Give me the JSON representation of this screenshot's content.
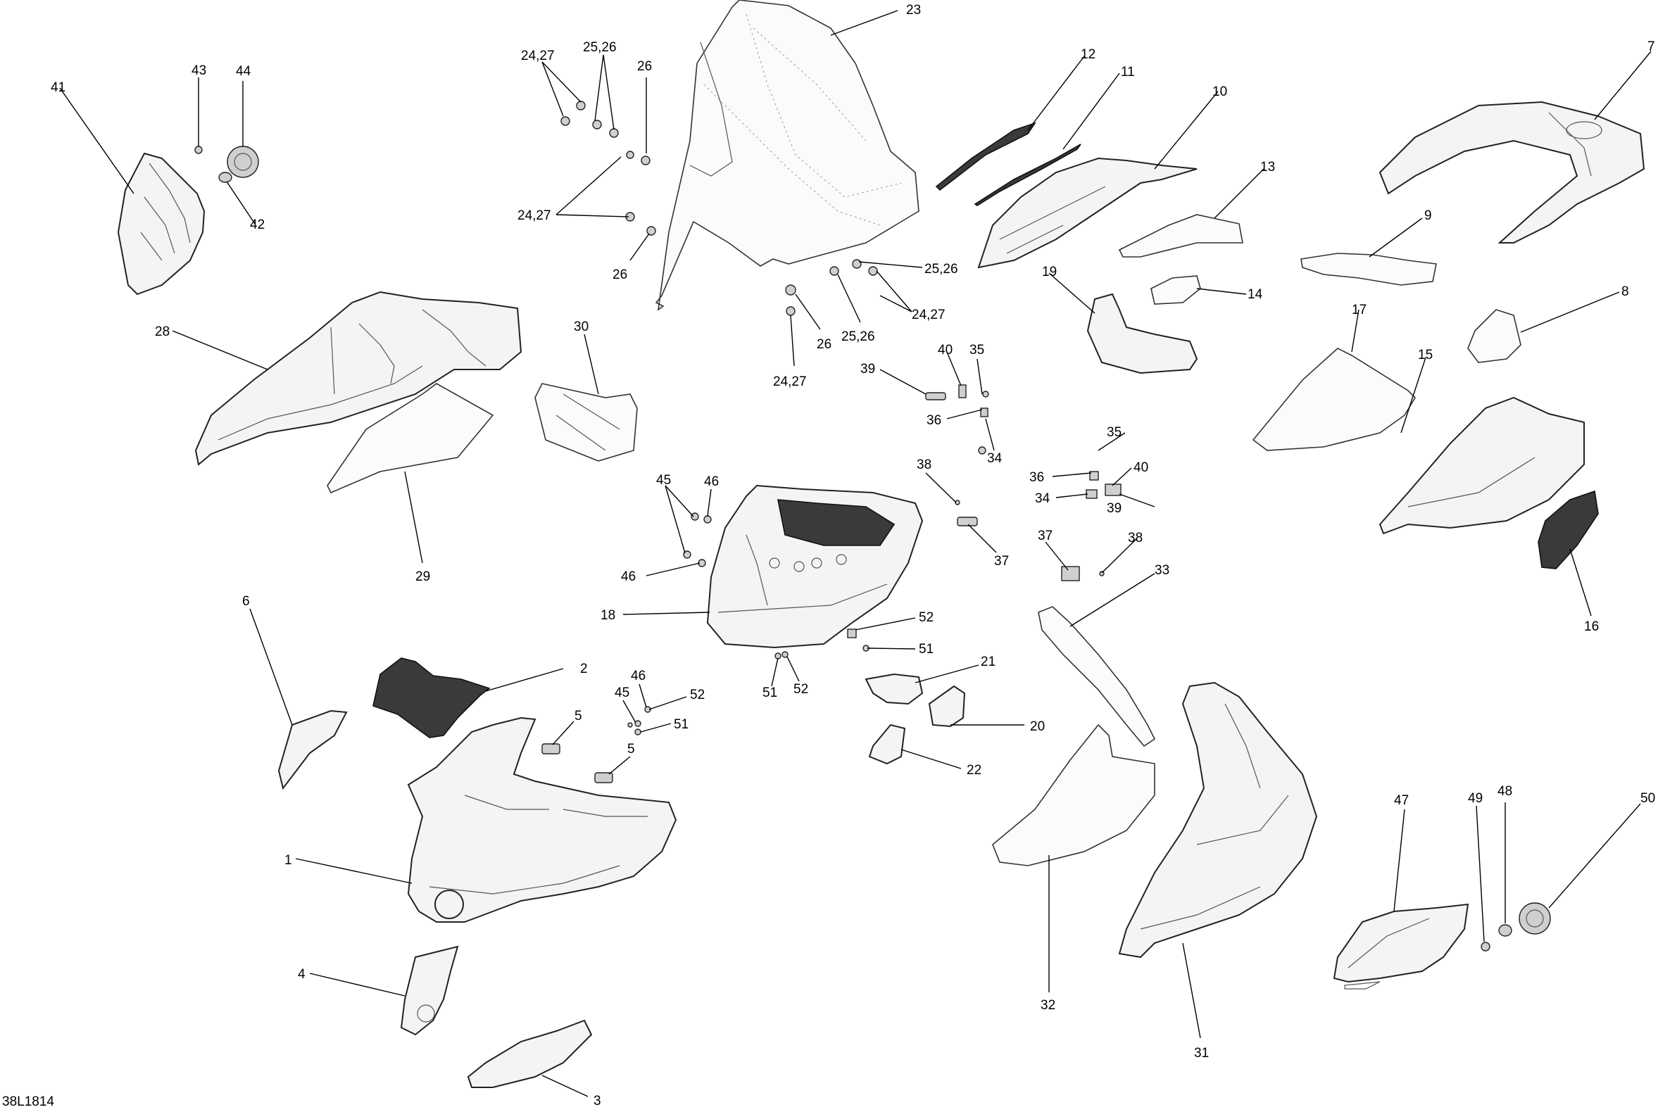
{
  "diagram": {
    "reference_code": "38L1814",
    "labels": {
      "l1": "1",
      "l2": "2",
      "l3": "3",
      "l4": "4",
      "l5a": "5",
      "l5b": "5",
      "l6": "6",
      "l7": "7",
      "l8": "8",
      "l9": "9",
      "l10": "10",
      "l11": "11",
      "l12": "12",
      "l13": "13",
      "l14": "14",
      "l15": "15",
      "l16": "16",
      "l17": "17",
      "l18": "18",
      "l19": "19",
      "l20": "20",
      "l21": "21",
      "l22": "22",
      "l23": "23",
      "l2427a": "24,27",
      "l2427b": "24,27",
      "l2427c": "24,27",
      "l2427d": "24,27",
      "l2526a": "25,26",
      "l2526b": "25,26",
      "l2526c": "25,26",
      "l26a": "26",
      "l26b": "26",
      "l26c": "26",
      "l28": "28",
      "l29": "29",
      "l30": "30",
      "l31": "31",
      "l32": "32",
      "l33": "33",
      "l34a": "34",
      "l34b": "34",
      "l35a": "35",
      "l35b": "35",
      "l36a": "36",
      "l36b": "36",
      "l37": "37",
      "l38a": "38",
      "l38b": "38",
      "l39a": "39",
      "l39b": "39",
      "l40a": "40",
      "l40b": "40",
      "l41": "41",
      "l42": "42",
      "l43": "43",
      "l44": "44",
      "l45a": "45",
      "l45b": "45",
      "l46a": "46",
      "l46b": "46",
      "l46c": "46",
      "l47": "47",
      "l48": "48",
      "l49": "49",
      "l50": "50",
      "l51a": "51",
      "l51b": "51",
      "l51c": "51",
      "l52a": "52",
      "l52b": "52",
      "l52c": "52"
    }
  }
}
